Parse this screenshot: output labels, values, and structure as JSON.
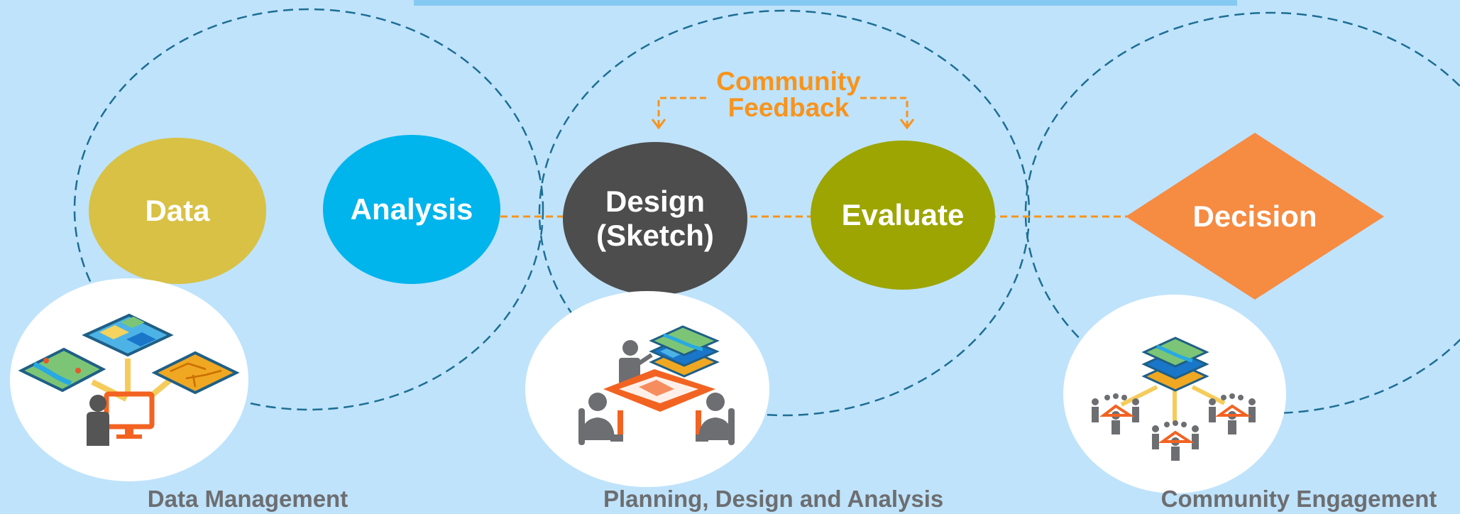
{
  "nodes": {
    "data": {
      "label": "Data",
      "color": "#d8c145"
    },
    "analysis": {
      "label": "Analysis",
      "color": "#00b4ec"
    },
    "design": {
      "label_line1": "Design",
      "label_line2": "(Sketch)",
      "color": "#4d4d4d"
    },
    "evaluate": {
      "label": "Evaluate",
      "color": "#9ca501"
    },
    "decision": {
      "label": "Decision",
      "color": "#f68b42"
    }
  },
  "feedback": {
    "line1": "Community",
    "line2": "Feedback",
    "color": "#f7941d"
  },
  "captions": {
    "data_management": "Data Management",
    "planning": "Planning, Design and Analysis",
    "community": "Community Engagement"
  },
  "icons": {
    "data_management": "data-layers-computer-icon",
    "planning": "planning-table-icon",
    "community": "community-groups-icon"
  }
}
